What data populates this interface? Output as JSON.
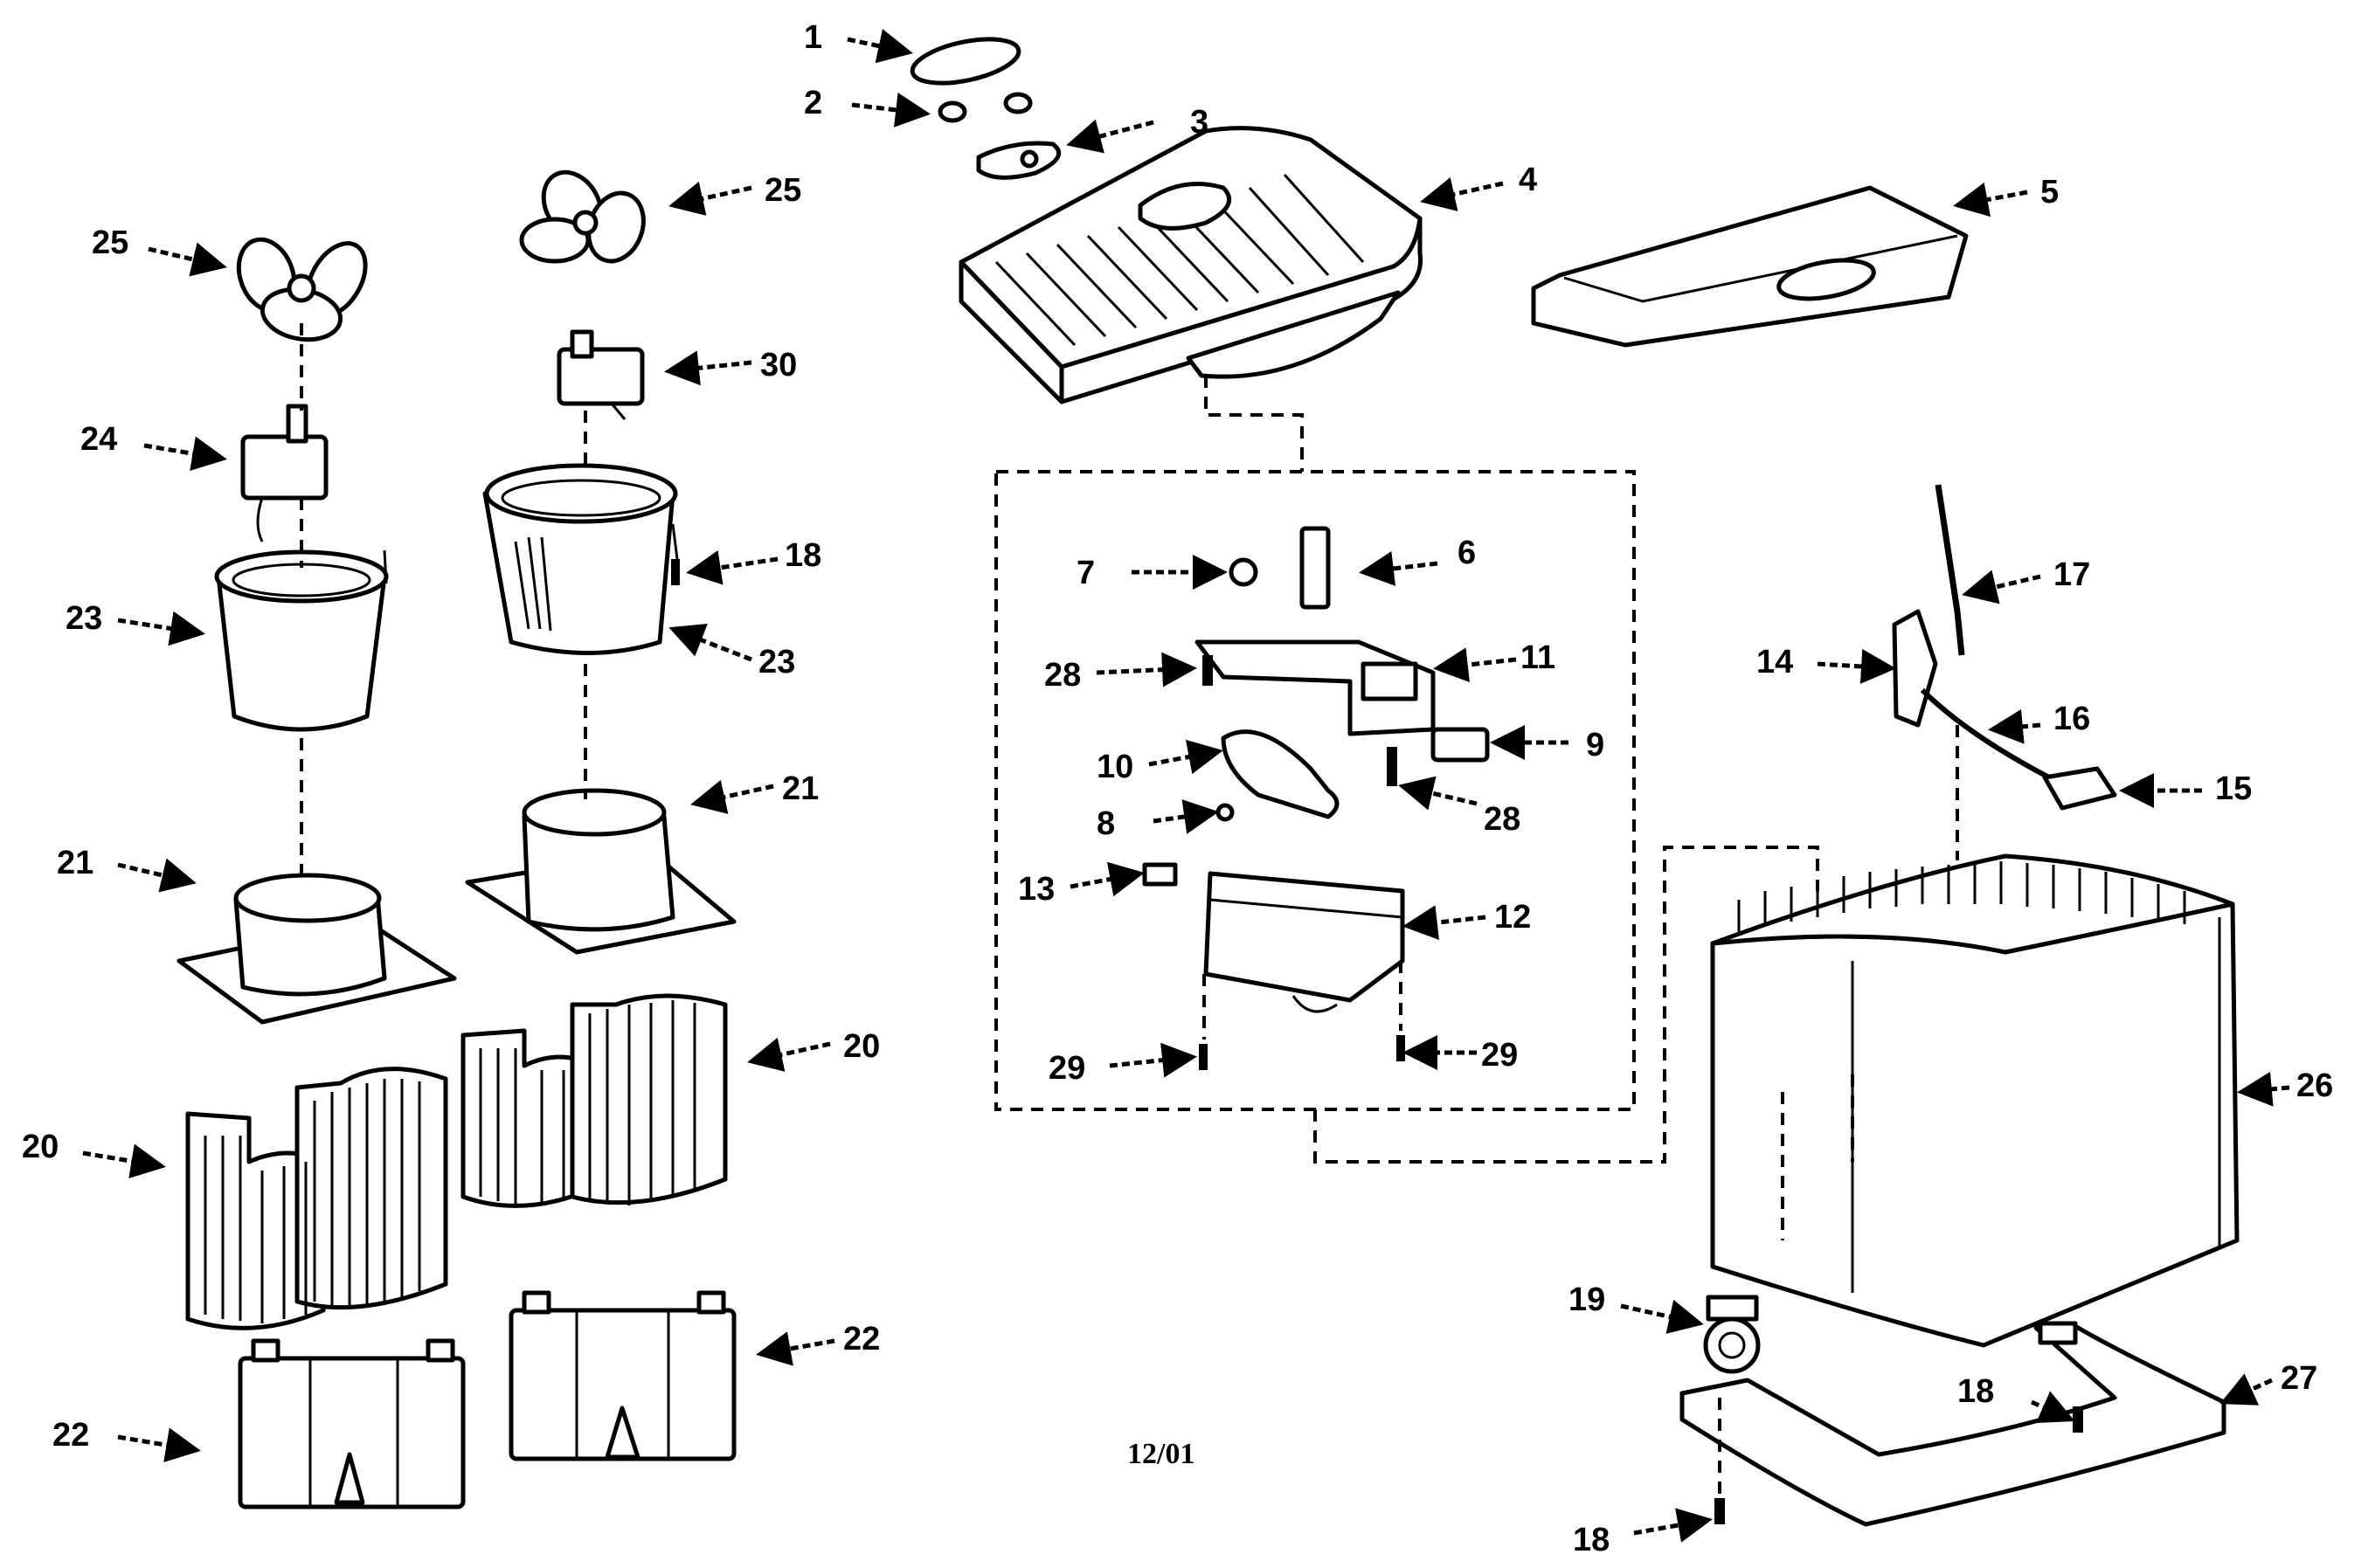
{
  "diagram": {
    "type": "exploded-parts-diagram",
    "date_code": "12/01",
    "callouts": [
      "1",
      "2",
      "3",
      "4",
      "5",
      "6",
      "7",
      "8",
      "9",
      "10",
      "11",
      "12",
      "13",
      "14",
      "15",
      "16",
      "17",
      "18",
      "19",
      "20",
      "21",
      "22",
      "23",
      "24",
      "25",
      "26",
      "27",
      "28",
      "29",
      "30"
    ]
  }
}
